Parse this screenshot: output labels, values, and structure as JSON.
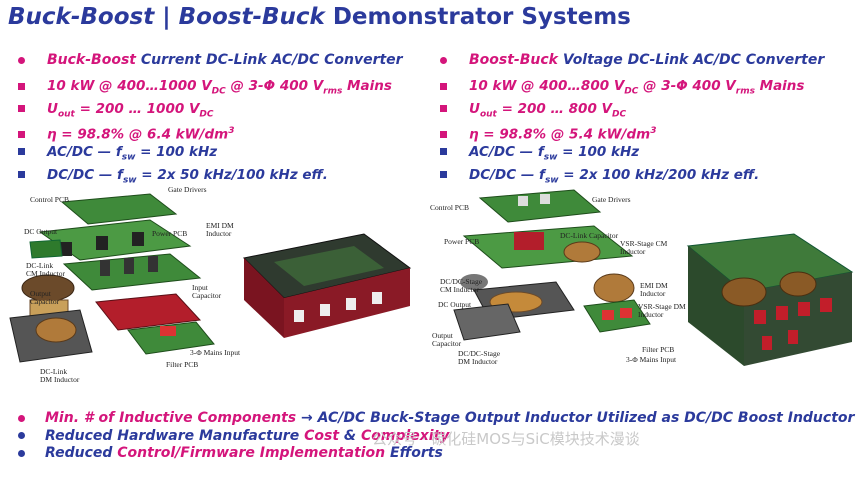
{
  "title": {
    "part1": "Buck-Boost",
    "sep": " | ",
    "part2": "Boost-Buck",
    "rest": " Demonstrator Systems"
  },
  "left": {
    "heading_mag": "Buck-Boost",
    "heading_rest": " Current DC-Link AC/DC Converter",
    "spec1": {
      "a": "10 kW @ 400…1000 V",
      "b": "DC",
      "c": " @ 3-Φ 400 V",
      "d": "rms",
      "e": " Mains"
    },
    "spec2": {
      "a": "U",
      "b": "out",
      "c": " = 200 … 1000 V",
      "d": "DC"
    },
    "spec3": {
      "a": "η = 98.8% @ 6.4 kW/dm",
      "b": "3"
    },
    "spec4": {
      "a": "AC/DC — f",
      "b": "sw",
      "c": " = 100 kHz"
    },
    "spec5": {
      "a": "DC/DC — f",
      "b": "sw",
      "c": " = 2x 50 kHz/100 kHz eff."
    },
    "labels": [
      "Control PCB",
      "Gate Drivers",
      "DC Output",
      "Power PCB",
      "EMI DM Inductor",
      "DC-Link CM Inductor",
      "Output Capacitor",
      "Input Capacitor",
      "3-Φ Mains Input",
      "DC-Link DM Inductor",
      "Filter PCB"
    ]
  },
  "right": {
    "heading_mag": "Boost-Buck",
    "heading_rest": " Voltage DC-Link AC/DC Converter",
    "spec1": {
      "a": "10 kW @ 400…800 V",
      "b": "DC",
      "c": " @ 3-Φ 400 V",
      "d": "rms",
      "e": " Mains"
    },
    "spec2": {
      "a": "U",
      "b": "out",
      "c": " = 200 … 800 V",
      "d": "DC"
    },
    "spec3": {
      "a": "η = 98.8% @ 5.4 kW/dm",
      "b": "3"
    },
    "spec4": {
      "a": "AC/DC — f",
      "b": "sw",
      "c": " = 100 kHz"
    },
    "spec5": {
      "a": "DC/DC — f",
      "b": "sw",
      "c": " = 2x 100 kHz/200 kHz eff."
    },
    "labels": [
      "Control PCB",
      "Gate Drivers",
      "DC-Link Capacitor",
      "Power PCB",
      "VSR-Stage CM Inductor",
      "DC/DC-Stage CM Inductor",
      "EMI DM Inductor",
      "DC Output",
      "VSR-Stage DM Inductor",
      "Output Capacitor",
      "DC/DC-Stage DM Inductor",
      "Filter PCB",
      "3-Φ Mains Input"
    ]
  },
  "bullets": [
    {
      "p1": "Min. # of Inductive Components",
      "p2": " → AC/DC Buck-Stage Output Inductor Utilized as DC/DC Boost Inductor"
    },
    {
      "p1": "Reduced Hardware Manufacture ",
      "p2": "Cost",
      "p3": " & ",
      "p4": "Complexity"
    },
    {
      "p1": "Reduced ",
      "p2": "Control/Firmware Implementation",
      "p3": " Efforts"
    }
  ],
  "watermark": "公众号 · 碳化硅MOS与SiC模块技术漫谈",
  "colors": {
    "blue": "#2b3a9c",
    "magenta": "#d4157b",
    "pcb_green": "#3f8a3a"
  }
}
